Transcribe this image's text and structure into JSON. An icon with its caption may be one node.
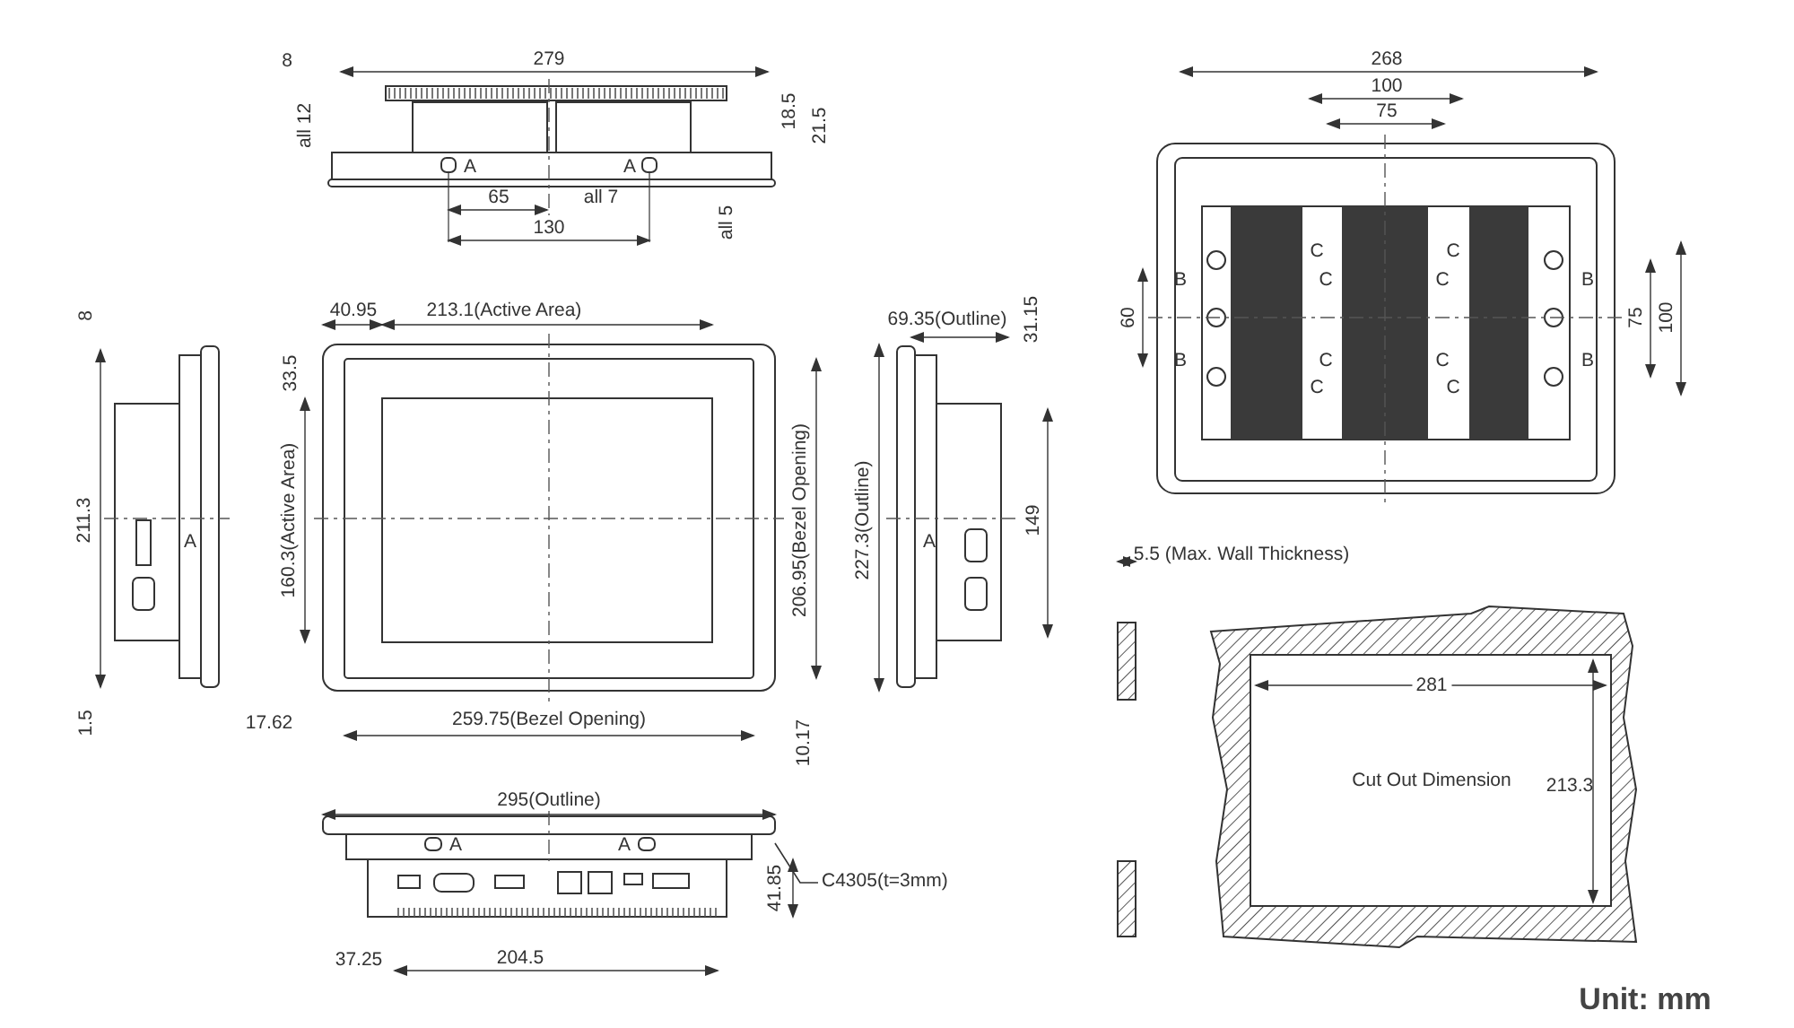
{
  "diagram": {
    "nodes": [
      {
        "text": [
          "C4305(t=3mm)"
        ]
      },
      {
        "text": [],
        "shape": "picture"
      }
    ],
    "edges": [
      {
        "from": 0,
        "to": 1,
        "arrow": "none"
      }
    ],
    "labels": [
      "8",
      "279",
      "all 12",
      "18.5",
      "21.5",
      "A",
      "A",
      "65",
      "all 7",
      "all 5",
      "130",
      "268",
      "100",
      "75",
      "C",
      "C",
      "B",
      "C",
      "C",
      "B",
      "60",
      "75",
      "100",
      "B",
      "C",
      "C",
      "B",
      "C",
      "C",
      "8",
      "40.95",
      "213.1(Active Area)",
      "69.35(Outline)",
      "31.15",
      "33.5",
      "211.3",
      "A",
      "160.3(Active Area)",
      "206.95(Bezel Opening)",
      "227.3(Outline)",
      "A",
      "149",
      "1.5",
      "17.62",
      "259.75(Bezel Opening)",
      "10.17",
      "5.5 (Max. Wall Thickness)",
      "281",
      "Cut Out Dimension",
      "213.3",
      "295(Outline)",
      "A",
      "A",
      "41.85",
      "37.25",
      "204.5",
      "Unit: mm"
    ]
  }
}
